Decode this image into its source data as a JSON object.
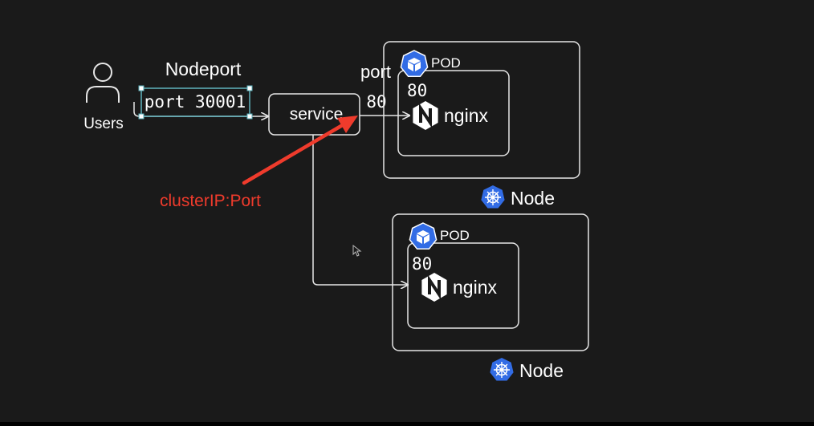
{
  "users": {
    "label": "Users",
    "icon": "user-icon"
  },
  "nodeport": {
    "title": "Nodeport",
    "port_label": "port 30001"
  },
  "service": {
    "label": "service"
  },
  "service_port": {
    "label_top": "port",
    "label_bottom": "80"
  },
  "annotation": {
    "text": "clusterIP:Port",
    "color": "#ef3b2c"
  },
  "colors": {
    "background": "#1a1a1a",
    "line": "#e6e6e6",
    "selection": "#5fb3bd",
    "kube_blue": "#326ce5",
    "annotation_red": "#ef3b2c"
  },
  "nodes": [
    {
      "label": "Node",
      "pod": {
        "label": "POD",
        "port": "80",
        "container": "nginx",
        "icon": "cube-icon"
      }
    },
    {
      "label": "Node",
      "pod": {
        "label": "POD",
        "port": "80",
        "container": "nginx",
        "icon": "cube-icon"
      }
    }
  ]
}
